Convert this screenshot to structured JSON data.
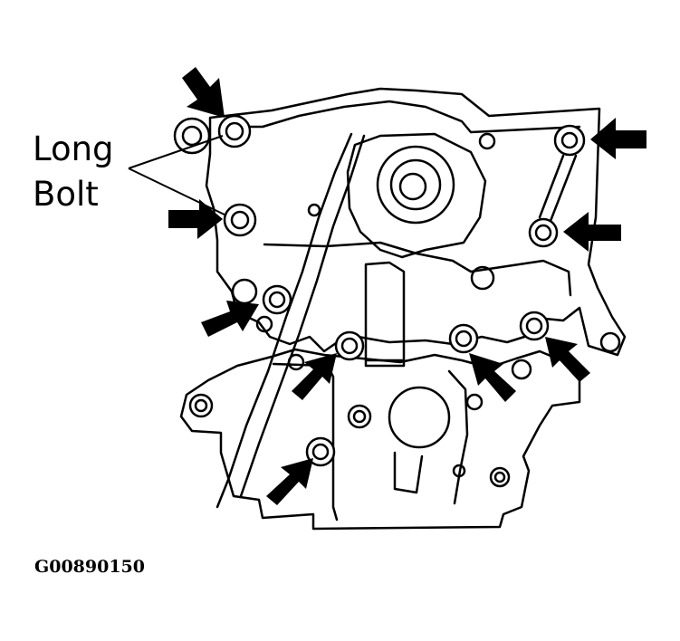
{
  "callout": {
    "line1": "Long",
    "line2": "Bolt"
  },
  "figure_id": "G00890150",
  "colors": {
    "ink": "#000000",
    "paper": "#ffffff"
  },
  "arrows": [
    {
      "name": "arrow-upper-left-bolt",
      "points_to": "long-bolt-upper"
    },
    {
      "name": "arrow-mid-left-bolt",
      "points_to": "long-bolt-lower"
    },
    {
      "name": "arrow-left-bracket-bolt",
      "points_to": "bolt-left-bracket"
    },
    {
      "name": "arrow-upper-right-bolt",
      "points_to": "bolt-upper-right"
    },
    {
      "name": "arrow-right-mid-bolt",
      "points_to": "bolt-right-mid"
    },
    {
      "name": "arrow-center-left-bolt",
      "points_to": "bolt-center-left"
    },
    {
      "name": "arrow-center-right-bolt",
      "points_to": "bolt-center-right"
    },
    {
      "name": "arrow-right-lower-bolt",
      "points_to": "bolt-right-lower"
    },
    {
      "name": "arrow-bottom-bolt",
      "points_to": "bolt-bottom"
    }
  ]
}
